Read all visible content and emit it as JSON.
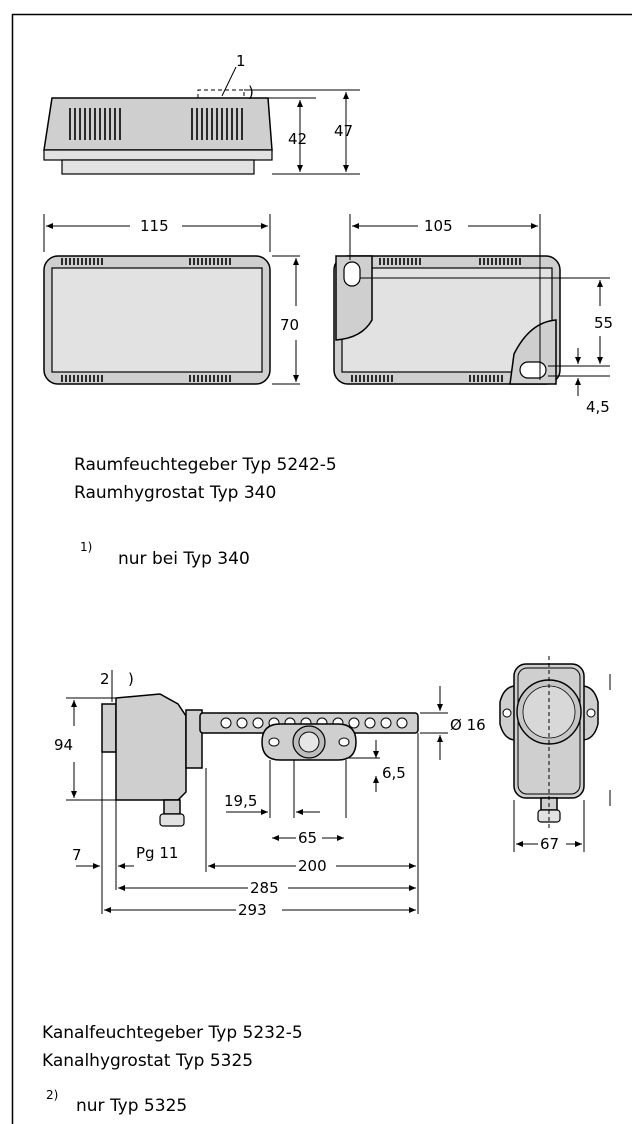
{
  "room_sensor": {
    "callout_label": "1",
    "callout_mark": ")",
    "dims": {
      "height_body": "42",
      "height_total": "47",
      "width": "115",
      "depth": "70",
      "hole_spacing_x": "105",
      "hole_spacing_y": "55",
      "hole_size": "4,5"
    },
    "caption_line1": "Raumfeuchtegeber Typ 5242-5",
    "caption_line2": "Raumhygrostat Typ 340",
    "footnote_mark": "1)",
    "footnote_text": "nur bei Typ 340"
  },
  "duct_sensor": {
    "callout_label": "2",
    "callout_mark": ")",
    "dims": {
      "height": "94",
      "tube_diameter": "Ø 16",
      "flange_thickness": "6,5",
      "flange_hole": "19,5",
      "flange_spacing": "65",
      "cable_gland": "Pg 11",
      "offset": "7",
      "tube_length": "200",
      "length_inner": "285",
      "length_total": "293",
      "side_width": "67"
    },
    "caption_line1": "Kanalfeuchtegeber Typ 5232-5",
    "caption_line2": "Kanalhygrostat Typ 5325",
    "footnote_mark": "2)",
    "footnote_text": "nur Typ 5325"
  }
}
